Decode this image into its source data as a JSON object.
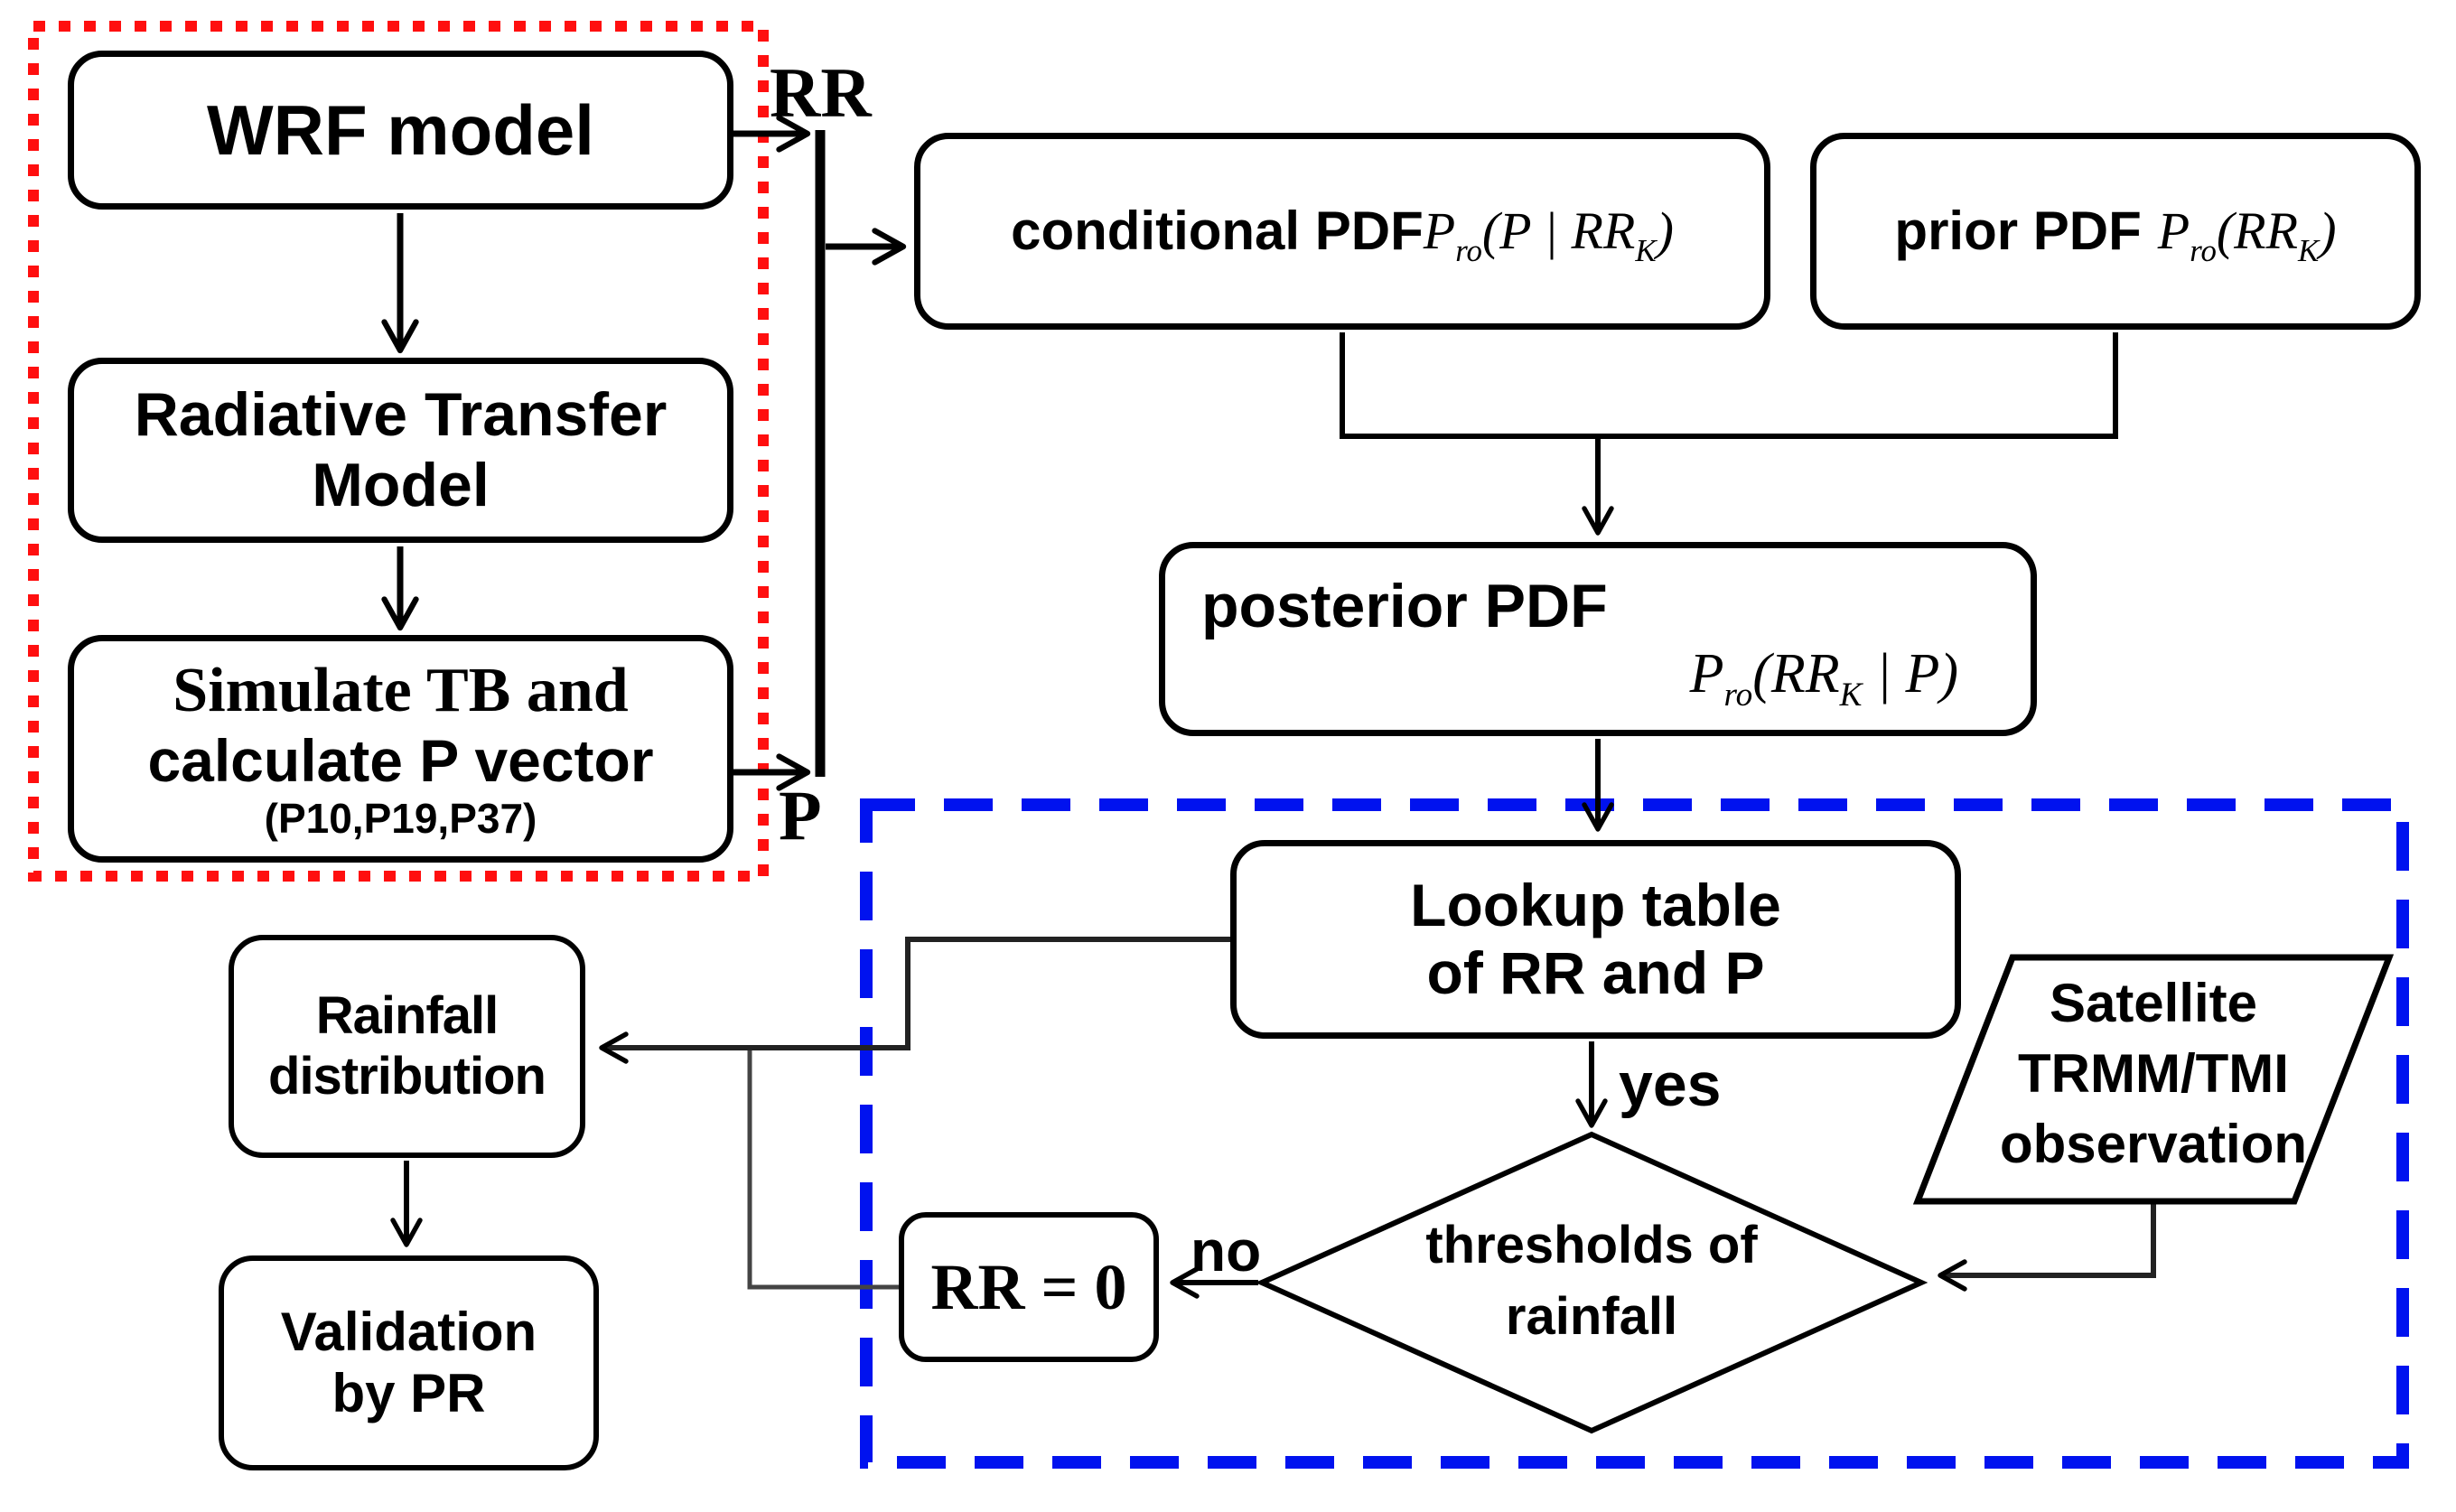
{
  "colors": {
    "red_group_border": "#ff0f0f",
    "blue_group_border": "#0012ef",
    "line_color": "#000000"
  },
  "nodes": {
    "wrf": {
      "label": "WRF model"
    },
    "radiative_transfer": {
      "line1": "Radiative Transfer",
      "line2": "Model"
    },
    "simulate_tb": {
      "line1": "Simulate TB and",
      "line2": "calculate P vector",
      "line3": "(P10,P19,P37)"
    },
    "conditional_pdf": {
      "label": "conditional PDF",
      "math": {
        "base": "P",
        "sub1": "ro",
        "mid": "(P | RR",
        "sub2": "K",
        "end": ")"
      }
    },
    "prior_pdf": {
      "label": "prior PDF",
      "math": {
        "base": "P",
        "sub1": "ro",
        "mid": "(RR",
        "sub2": "K",
        "end": ")"
      }
    },
    "posterior_pdf": {
      "label": "posterior PDF",
      "math": {
        "base": "P",
        "sub1": "ro",
        "mid": "(RR",
        "sub2": "K",
        "end": " | P)"
      }
    },
    "lookup_table": {
      "line1": "Lookup table",
      "line2": "of RR and P"
    },
    "thresholds_decision": {
      "line1": "thresholds of",
      "line2": "rainfall"
    },
    "rr_zero": {
      "label": "RR = 0"
    },
    "satellite_obs": {
      "line1": "Satellite",
      "line2": "TRMM/TMI",
      "line3": "observation"
    },
    "rainfall_distribution": {
      "line1": "Rainfall",
      "line2": "distribution"
    },
    "validation_pr": {
      "line1": "Validation",
      "line2": "by PR"
    }
  },
  "edge_labels": {
    "rr": "RR",
    "p": "P",
    "yes": "yes",
    "no": "no"
  }
}
